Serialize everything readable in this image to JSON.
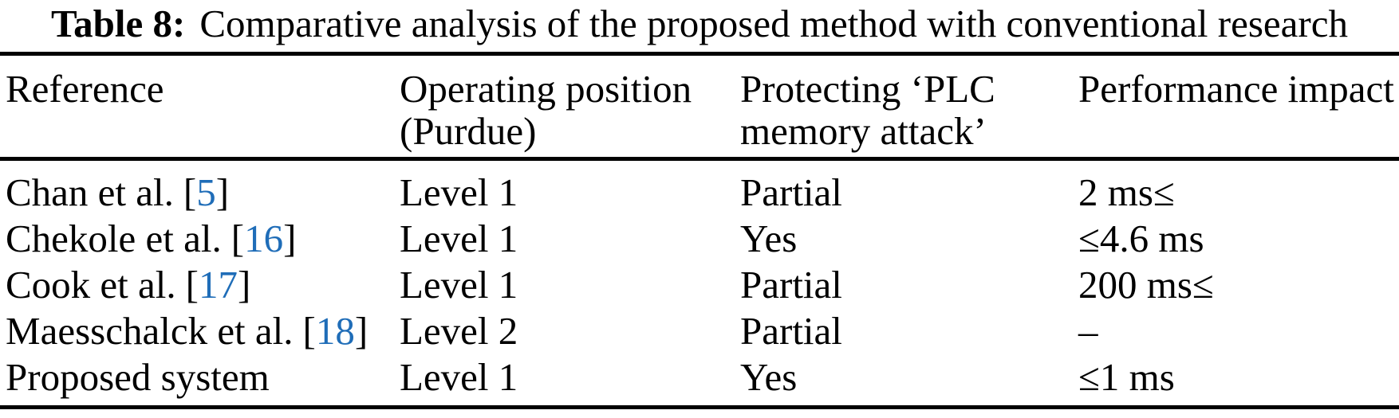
{
  "colors": {
    "text": "#000000",
    "background": "#ffffff",
    "citation_blue": "#1f6db8",
    "rule": "#000000"
  },
  "caption": {
    "label": "Table 8:",
    "text": "Comparative analysis of the proposed method with conventional research"
  },
  "citation_brackets": {
    "open": "[",
    "close": "]"
  },
  "columns": [
    {
      "line1": "Reference",
      "line2": ""
    },
    {
      "line1": "Operating position",
      "line2": "(Purdue)"
    },
    {
      "line1": "Protecting ‘PLC",
      "line2": "memory attack’"
    },
    {
      "line1": "Performance impact",
      "line2": ""
    }
  ],
  "rows": [
    {
      "reference": "Chan et al.",
      "cite": "5",
      "operating_position": "Level 1",
      "protecting": "Partial",
      "performance": "2 ms≤"
    },
    {
      "reference": "Chekole et al.",
      "cite": "16",
      "operating_position": "Level 1",
      "protecting": "Yes",
      "performance": "≤4.6 ms"
    },
    {
      "reference": "Cook et al.",
      "cite": "17",
      "operating_position": "Level 1",
      "protecting": "Partial",
      "performance": "200 ms≤"
    },
    {
      "reference": "Maesschalck et al.",
      "cite": "18",
      "operating_position": "Level 2",
      "protecting": "Partial",
      "performance": "–"
    },
    {
      "reference": "Proposed system",
      "cite": null,
      "operating_position": "Level 1",
      "protecting": "Yes",
      "performance": "≤1 ms"
    }
  ]
}
